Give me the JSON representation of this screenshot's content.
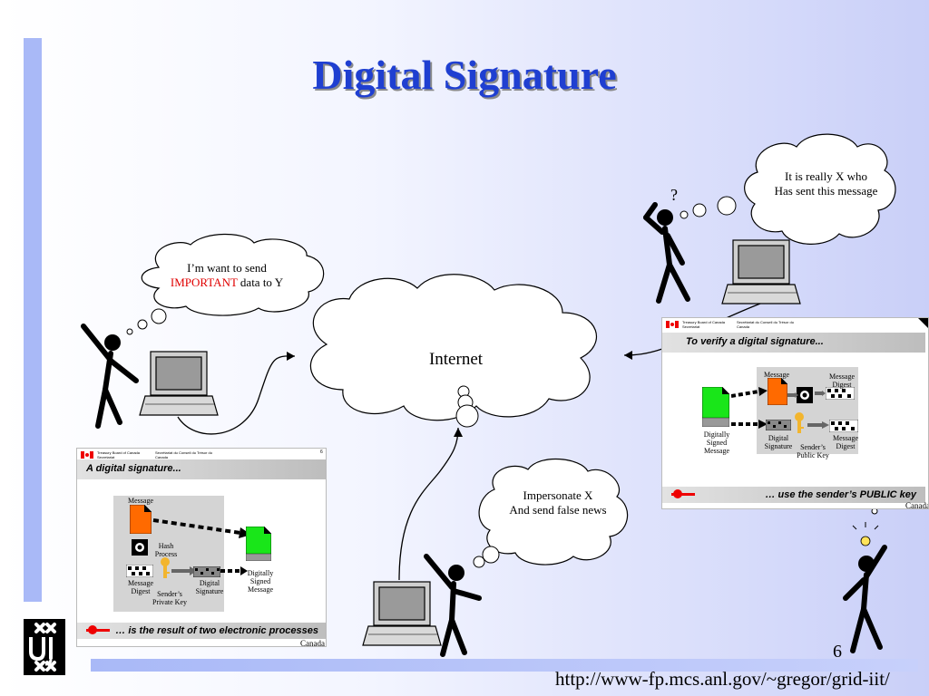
{
  "slide": {
    "title": "Digital Signature",
    "page_number": "6",
    "url": "http://www-fp.mcs.anl.gov/~gregor/grid-iit/"
  },
  "clouds": {
    "sender_line1": "I’m want to send",
    "sender_important": "IMPORTANT",
    "sender_line2_rest": " data to  Y",
    "internet": "Internet",
    "receiver_line1": "It is really X who",
    "receiver_line2": "Has sent this message",
    "attacker_line1": "Impersonate X",
    "attacker_line2": "And send false news",
    "receiver_question": "?"
  },
  "panel_left": {
    "gov_line1": "Treasury Board of Canada  Secretariat",
    "gov_line2": "Secrétariat du Conseil du Trésor du Canada",
    "page": "6",
    "heading": "A digital signature...",
    "message": "Message",
    "hash_process": "Hash\nProcess",
    "message_digest": "Message\nDigest",
    "senders_private_key": "Sender’s\nPrivate Key",
    "digital_signature": "Digital\nSignature",
    "digitally_signed_message": "Digitally\nSigned\nMessage",
    "footer": "… is the result of two electronic processes",
    "canada": "Canada"
  },
  "panel_right": {
    "gov_line1": "Treasury Board of Canada  Secretariat",
    "gov_line2": "Secrétariat du Conseil du Trésor du Canada",
    "heading": "To verify a digital signature...",
    "message": "Message",
    "message_digest_top": "Message\nDigest",
    "digitally_signed_message": "Digitally\nSigned\nMessage",
    "digital_signature": "Digital\nSignature",
    "senders_public_key": "Sender’s\nPublic Key",
    "message_digest_bottom": "Message\nDigest",
    "footer": "… use the sender’s PUBLIC key",
    "canada": "Canada"
  },
  "colors": {
    "title": "#1f3fd1",
    "accent_bar": "#a9b9f7",
    "orange_doc": "#ff6a00",
    "green_doc": "#19e619",
    "key": "#f2b52e"
  }
}
